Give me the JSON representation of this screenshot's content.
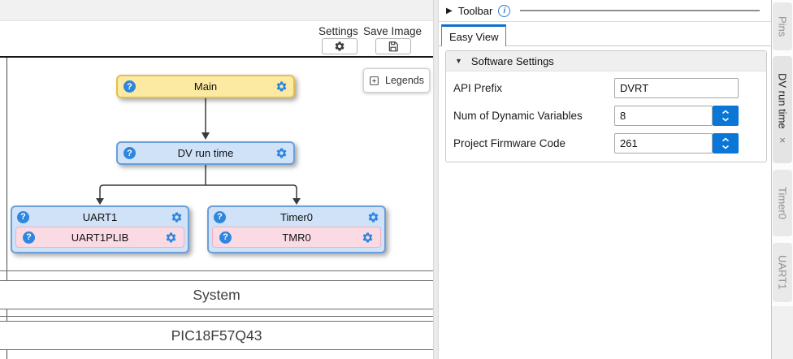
{
  "canvas": {
    "toolbar": {
      "settings_label": "Settings",
      "save_image_label": "Save Image"
    },
    "legends_label": "Legends",
    "nodes": {
      "main": {
        "label": "Main"
      },
      "dv_run_time": {
        "label": "DV run time"
      },
      "uart1": {
        "label": "UART1"
      },
      "uart1plib": {
        "label": "UART1PLIB"
      },
      "timer0": {
        "label": "Timer0"
      },
      "tmr0": {
        "label": "TMR0"
      }
    },
    "system_bar": "System",
    "device_bar": "PIC18F57Q43"
  },
  "panel": {
    "toolbar_label": "Toolbar",
    "active_tab": "Easy View",
    "section": {
      "title": "Software Settings",
      "fields": [
        {
          "label": "API Prefix",
          "value": "DVRT"
        },
        {
          "label": "Num of Dynamic Variables",
          "value": "8"
        },
        {
          "label": "Project Firmware Code",
          "value": "261"
        }
      ]
    }
  },
  "side_tabs": [
    {
      "label": "Pins"
    },
    {
      "label": "DV run time",
      "close": "×"
    },
    {
      "label": "Timer0"
    },
    {
      "label": "UART1"
    }
  ],
  "icons": {
    "collapse_right": "▶",
    "expand_down": "▼",
    "help": "?",
    "info": "i"
  },
  "colors": {
    "accent_blue": "#0e70c9",
    "spinner_blue": "#0a77d6",
    "icon_blue": "#2e86e0",
    "node_yellow_bg": "#fce9a2",
    "node_yellow_border": "#e3bf4e",
    "node_blue_bg": "#cfe2f7",
    "node_blue_border": "#6b9fd8",
    "node_pink_bg": "#fadbe4",
    "node_pink_border": "#eeb0c3"
  }
}
